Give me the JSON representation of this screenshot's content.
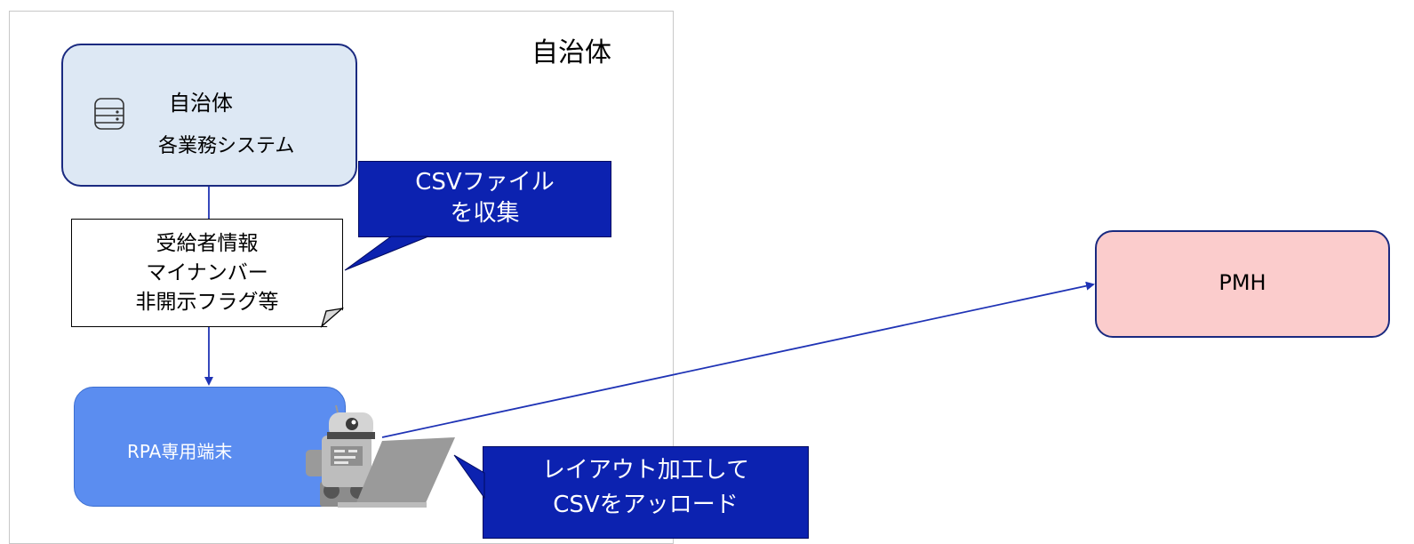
{
  "region": {
    "label": "自治体"
  },
  "source_system": {
    "title": "自治体",
    "subtitle": "各業務システム",
    "icon": "database-icon"
  },
  "document": {
    "lines": [
      "受給者情報",
      "マイナンバー",
      "非開示フラグ等"
    ]
  },
  "rpa_terminal": {
    "label": "RPA専用端末",
    "icon": "robot-laptop-icon"
  },
  "callouts": {
    "collect": {
      "lines": [
        "CSVファイル",
        "を収集"
      ]
    },
    "upload": {
      "lines": [
        "レイアウト加工して",
        "CSVをアッロード"
      ]
    }
  },
  "target": {
    "label": "PMH"
  },
  "colors": {
    "system_fill": "#dde8f4",
    "rpa_fill": "#5b8df0",
    "callout_fill": "#0c22b0",
    "pmh_fill": "#fbcccc",
    "arrow": "#1f33b5"
  }
}
